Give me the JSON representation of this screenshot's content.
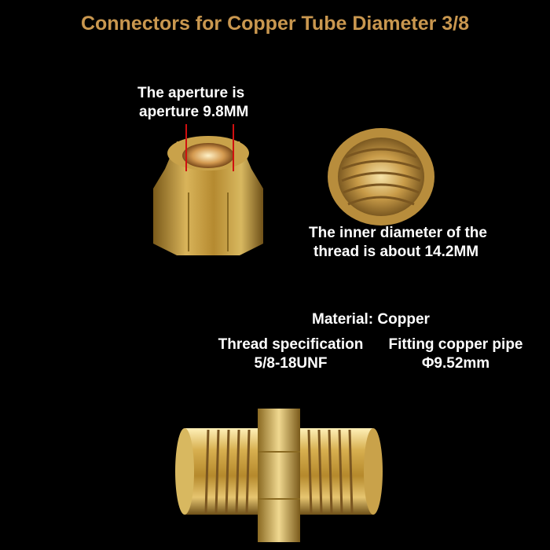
{
  "title": "Connectors for Copper Tube Diameter 3/8",
  "aperture": {
    "line1": "The aperture is",
    "line2": "aperture 9.8MM"
  },
  "inner_thread": {
    "line1": "The inner diameter of the",
    "line2": "thread is about 14.2MM"
  },
  "material": "Material: Copper",
  "thread_spec": {
    "line1": "Thread specification",
    "line2": "5/8-18UNF"
  },
  "fitting_pipe": {
    "line1": "Fitting copper pipe",
    "line2": "Φ9.52mm"
  },
  "colors": {
    "title": "#c9974f",
    "brass": "#c9a24a",
    "brass_dark": "#8a6a22",
    "brass_light": "#f0d890",
    "marker": "#d01010"
  }
}
